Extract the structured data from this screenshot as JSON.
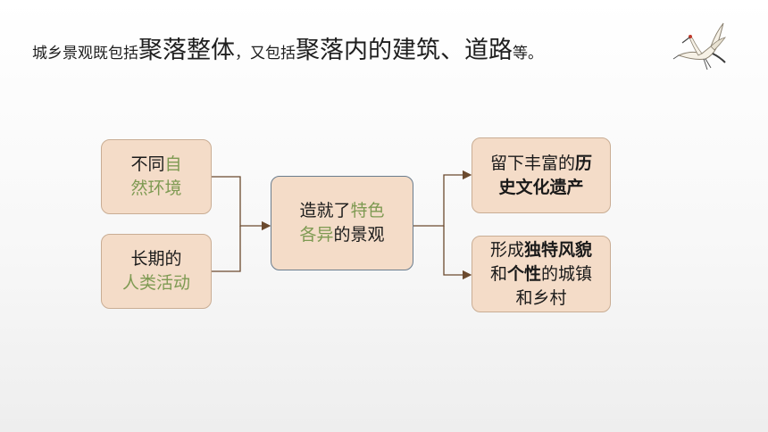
{
  "title": {
    "parts": [
      {
        "text": "城乡景观既包括",
        "size": "s"
      },
      {
        "text": "聚落整体",
        "size": "b"
      },
      {
        "text": "，又包括",
        "size": "s"
      },
      {
        "text": "聚落内的建筑、道路",
        "size": "b"
      },
      {
        "text": "等。",
        "size": "s"
      }
    ]
  },
  "decoration": {
    "icon": "crane-icon"
  },
  "diagram": {
    "inputs": [
      {
        "lines": [
          [
            {
              "text": "不同"
            },
            {
              "text": "自",
              "style": "green"
            }
          ],
          [
            {
              "text": "然环境",
              "style": "green"
            }
          ]
        ]
      },
      {
        "lines": [
          [
            {
              "text": "长期的"
            }
          ],
          [
            {
              "text": "人类活动",
              "style": "green"
            }
          ]
        ]
      }
    ],
    "center": {
      "lines": [
        [
          {
            "text": "造就了"
          },
          {
            "text": "特色",
            "style": "green"
          }
        ],
        [
          {
            "text": "各异",
            "style": "green"
          },
          {
            "text": "的景观"
          }
        ]
      ]
    },
    "outputs": [
      {
        "lines": [
          [
            {
              "text": "留下丰富的"
            },
            {
              "text": "历",
              "style": "bold"
            }
          ],
          [
            {
              "text": "史文化遗产",
              "style": "bold"
            }
          ]
        ]
      },
      {
        "lines": [
          [
            {
              "text": "形成"
            },
            {
              "text": "独特风貌",
              "style": "bold"
            }
          ],
          [
            {
              "text": "和"
            },
            {
              "text": "个性",
              "style": "bold"
            },
            {
              "text": "的城镇"
            }
          ],
          [
            {
              "text": "和乡村"
            }
          ]
        ]
      }
    ]
  },
  "colors": {
    "box_fill": "#f4dcc8",
    "box_border": "#c9ad94",
    "center_border": "#6b7d8e",
    "accent_green": "#7e9a52",
    "connector": "#6b4a2e"
  }
}
